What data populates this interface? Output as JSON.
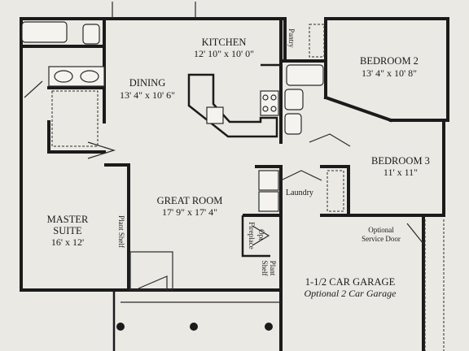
{
  "rooms": {
    "kitchen": {
      "name": "KITCHEN",
      "dims": "12' 10\" x 10' 0\""
    },
    "dining": {
      "name": "DINING",
      "dims": "13' 4\" x 10' 6\""
    },
    "bedroom2": {
      "name": "BEDROOM 2",
      "dims": "13' 4\" x 10' 8\""
    },
    "bedroom3": {
      "name": "BEDROOM 3",
      "dims": "11' x 11\""
    },
    "great_room": {
      "name": "GREAT ROOM",
      "dims": "17' 9\" x 17' 4\""
    },
    "master": {
      "line1": "MASTER",
      "line2": "SUITE",
      "dims": "16' x 12'"
    },
    "garage": {
      "name": "1-1/2 CAR GARAGE",
      "alt": "Optional 2 Car Garage"
    }
  },
  "labels": {
    "pantry": "Pantry",
    "laundry": "Laundry",
    "plant_shelf_left": "Plant Shelf",
    "plant_shelf_right_1": "Plant",
    "plant_shelf_right_2": "Shelf",
    "fireplace_1": "Opt.",
    "fireplace_2": "Fireplace",
    "service_door_1": "Optional",
    "service_door_2": "Service Door"
  }
}
